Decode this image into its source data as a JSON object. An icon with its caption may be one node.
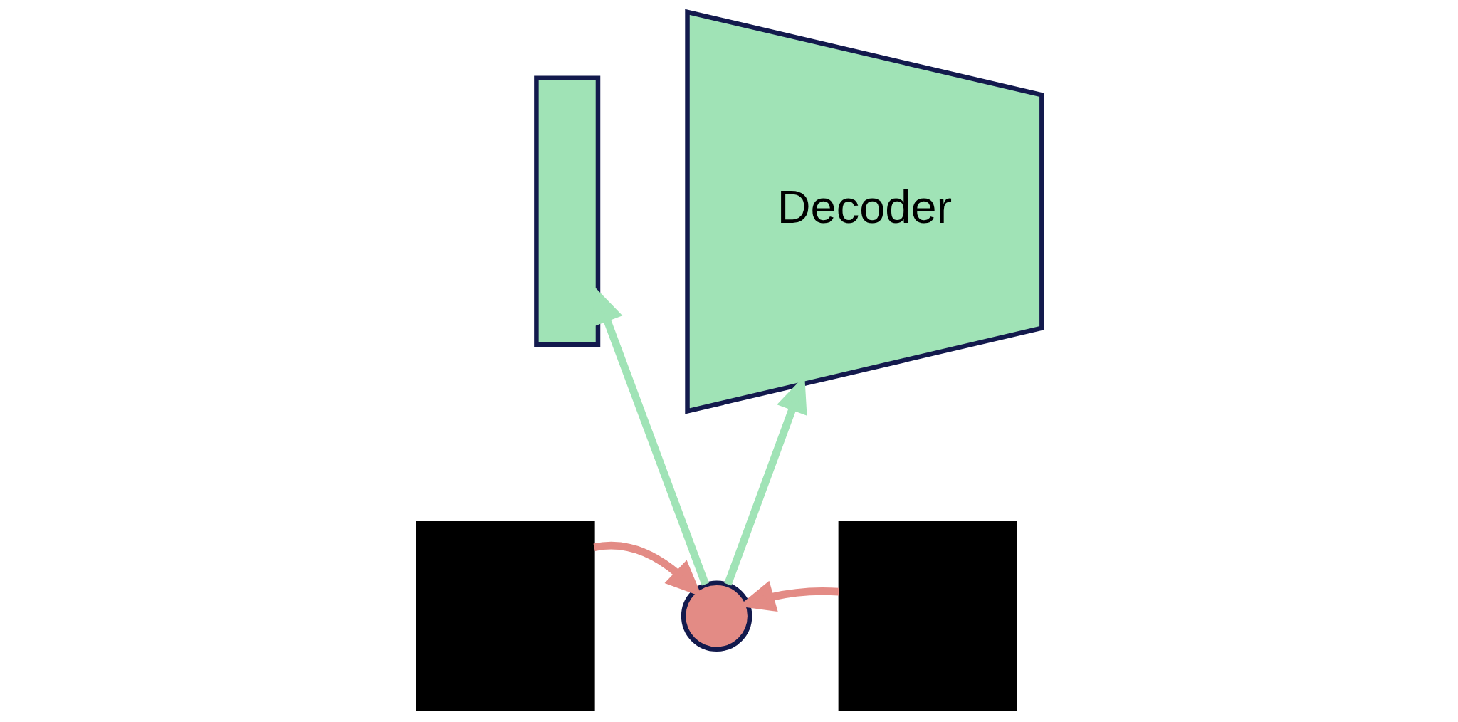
{
  "diagram": {
    "nodes": [
      {
        "text": [],
        "shape": "box"
      },
      {
        "text": [],
        "shape": "bar"
      },
      {
        "text": [
          "Decoder"
        ]
      },
      {
        "text": [],
        "shape": "box"
      },
      {
        "text": [],
        "shape": "circle"
      }
    ],
    "edges": [
      {
        "from": 0,
        "to": 4,
        "arrow": "to",
        "color": "#e38b85"
      },
      {
        "from": 3,
        "to": 4,
        "arrow": "to",
        "color": "#e38b85"
      },
      {
        "from": 4,
        "to": 1,
        "arrow": "to",
        "color": "#a0e3b6"
      },
      {
        "from": 4,
        "to": 2,
        "arrow": "to",
        "color": "#a0e3b6"
      }
    ]
  }
}
